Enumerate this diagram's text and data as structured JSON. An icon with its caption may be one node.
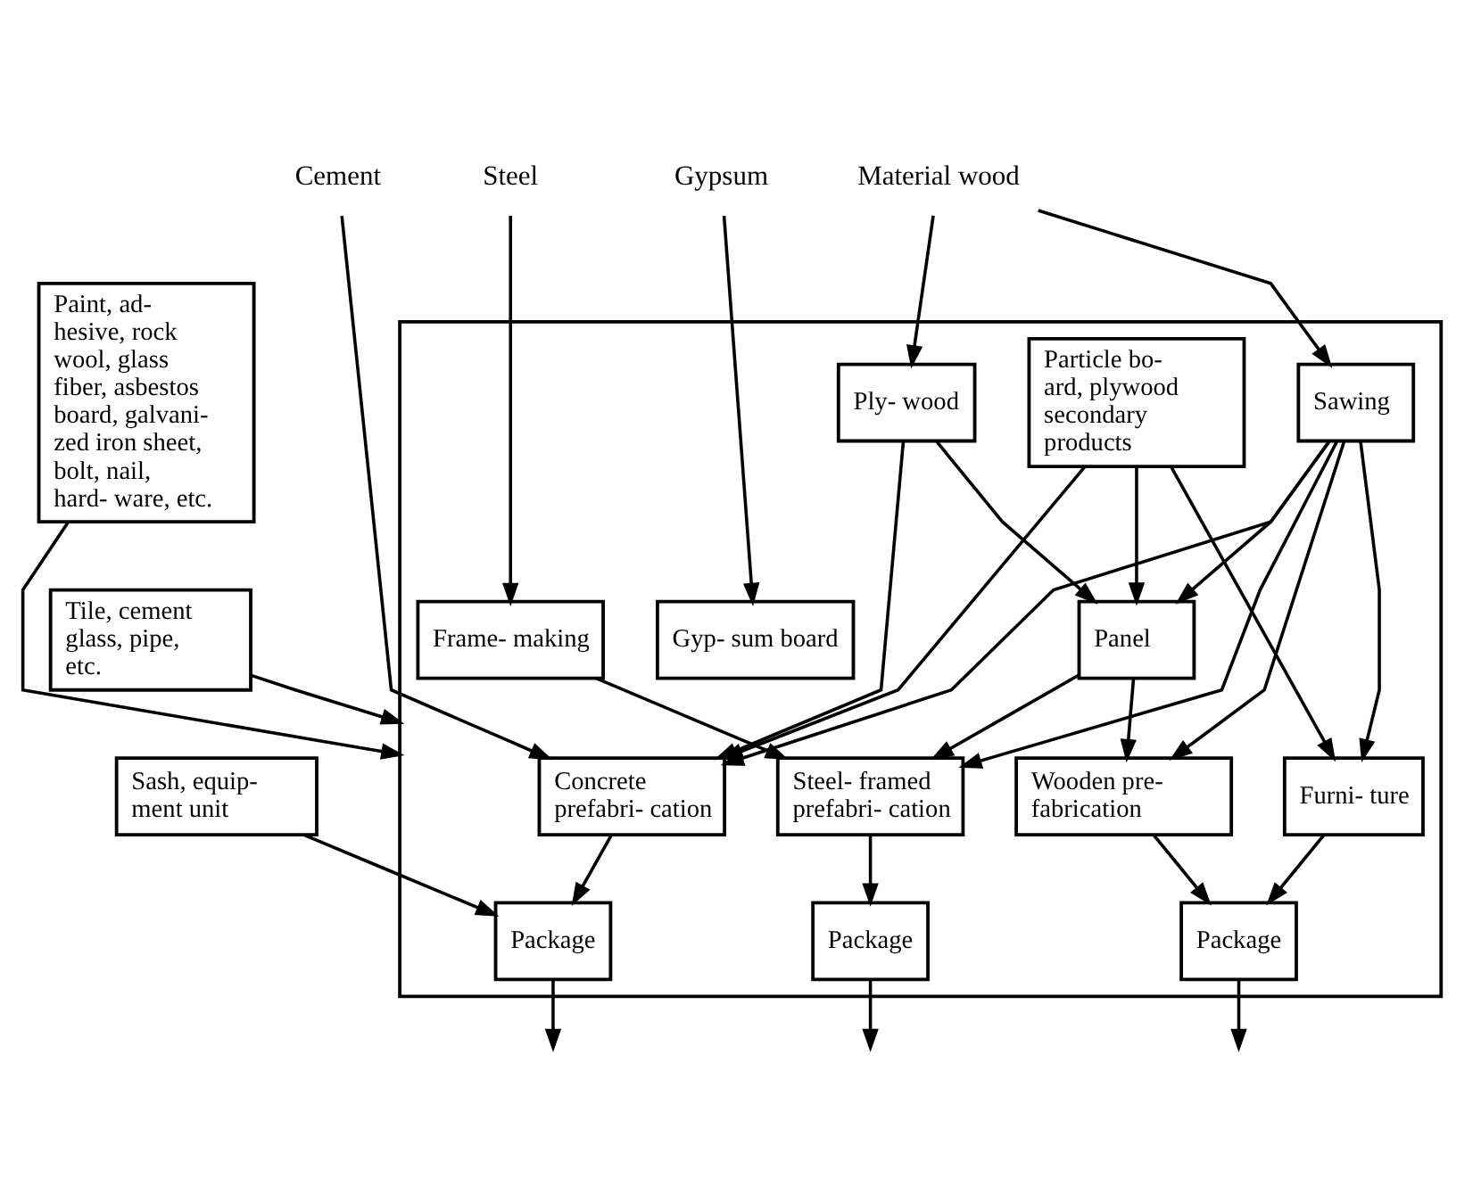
{
  "diagram": {
    "nodes": [
      {
        "text": [],
        "shape": "box"
      },
      {
        "text": [
          "Cement"
        ]
      },
      {
        "text": [
          "Steel"
        ]
      },
      {
        "text": [
          "Gypsum"
        ]
      },
      {
        "text": [
          "Material wood"
        ]
      },
      {
        "text": [
          "Paint, ad- hesive, rock wool, glass fiber, asbestos board, galvani- zed iron sheet, bolt, nail, hard- ware, etc."
        ]
      },
      {
        "text": [
          "Tile, cement glass, pipe, etc."
        ]
      },
      {
        "text": [
          "Sash, equip- ment unit"
        ]
      },
      {
        "text": [
          "Ply- wood"
        ],
        "in": 0
      },
      {
        "text": [
          "Particle bo- ard, plywood secondary products"
        ],
        "in": 0
      },
      {
        "text": [
          "Sawing"
        ],
        "in": 0
      },
      {
        "text": [
          "Frame- making"
        ],
        "in": 0
      },
      {
        "text": [
          "Gyp- sum board"
        ],
        "in": 0
      },
      {
        "text": [
          "Panel"
        ],
        "in": 0
      },
      {
        "text": [
          "Concrete prefabri- cation"
        ],
        "in": 0
      },
      {
        "text": [
          "Steel- framed prefabri- cation"
        ],
        "in": 0
      },
      {
        "text": [
          "Wooden pre- fabrication"
        ],
        "in": 0
      },
      {
        "text": [
          "Furni- ture"
        ],
        "in": 0
      },
      {
        "text": [
          "Package"
        ],
        "in": 0
      },
      {
        "text": [
          "Package"
        ],
        "in": 0
      },
      {
        "text": [
          "Package"
        ],
        "in": 0
      }
    ],
    "edges": [
      {
        "from": 4,
        "to": 8,
        "arrow": "to"
      },
      {
        "from": 4,
        "to": 10,
        "arrow": "to"
      },
      {
        "from": 1,
        "to": 14,
        "arrow": "to"
      },
      {
        "from": 2,
        "to": 11,
        "arrow": "to"
      },
      {
        "from": 3,
        "to": 12,
        "arrow": "to"
      },
      {
        "from": 8,
        "to": 14,
        "arrow": "to"
      },
      {
        "from": 9,
        "to": 14,
        "arrow": "to"
      },
      {
        "from": 10,
        "to": 14,
        "arrow": "to"
      },
      {
        "from": 8,
        "to": 13,
        "arrow": "to"
      },
      {
        "from": 9,
        "to": 13,
        "arrow": "to"
      },
      {
        "from": 10,
        "to": 13,
        "arrow": "to"
      },
      {
        "from": 9,
        "to": 17,
        "arrow": "to"
      },
      {
        "from": 10,
        "to": 17,
        "arrow": "to"
      },
      {
        "from": 10,
        "to": 15,
        "arrow": "to"
      },
      {
        "from": 10,
        "to": 16,
        "arrow": "to"
      },
      {
        "from": 13,
        "to": 15,
        "arrow": "to"
      },
      {
        "from": 13,
        "to": 16,
        "arrow": "to"
      },
      {
        "from": 11,
        "to": 15,
        "arrow": "to"
      },
      {
        "from": 5,
        "to": 0,
        "arrow": "to"
      },
      {
        "from": 6,
        "to": 0,
        "arrow": "to"
      },
      {
        "from": 7,
        "to": 18,
        "arrow": "to"
      },
      {
        "from": 14,
        "to": 18,
        "arrow": "to"
      },
      {
        "from": 15,
        "to": 19,
        "arrow": "to"
      },
      {
        "from": 16,
        "to": 20,
        "arrow": "to"
      },
      {
        "from": 17,
        "to": 20,
        "arrow": "to"
      },
      {
        "from": 18,
        "to": null,
        "arrow": "to"
      },
      {
        "from": 19,
        "to": null,
        "arrow": "to"
      },
      {
        "from": 20,
        "to": null,
        "arrow": "to"
      }
    ]
  }
}
